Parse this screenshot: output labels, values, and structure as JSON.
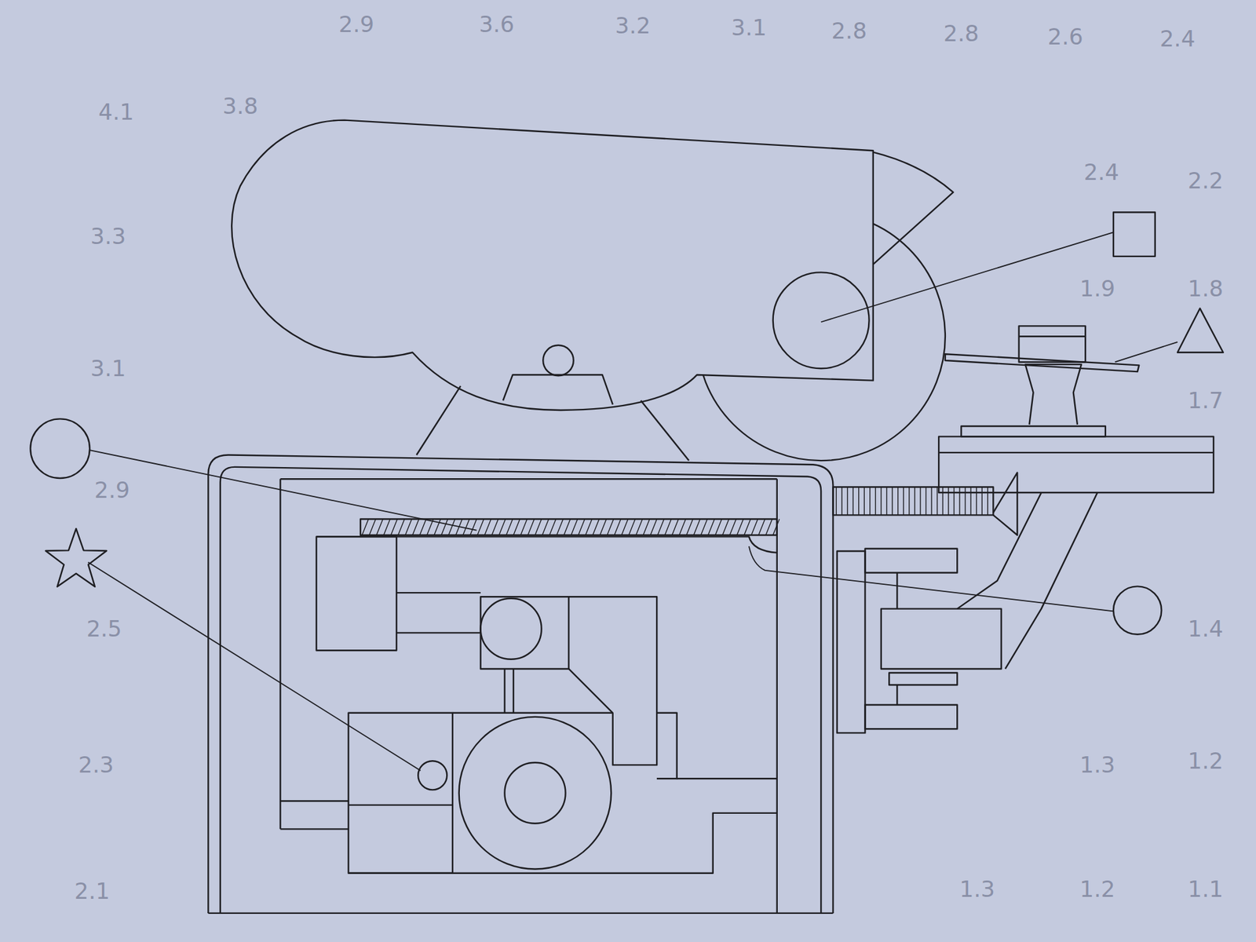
{
  "diagram": {
    "labels": [
      "2.9",
      "3.6",
      "3.2",
      "3.1",
      "2.8",
      "2.8",
      "2.6",
      "2.4",
      "4.1",
      "3.8",
      "2.4",
      "2.2",
      "3.3",
      "1.9",
      "1.8",
      "3.1",
      "1.7",
      "2.9",
      "2.5",
      "1.4",
      "2.3",
      "1.3",
      "1.2",
      "2.1",
      "1.3",
      "1.2",
      "1.1"
    ]
  }
}
